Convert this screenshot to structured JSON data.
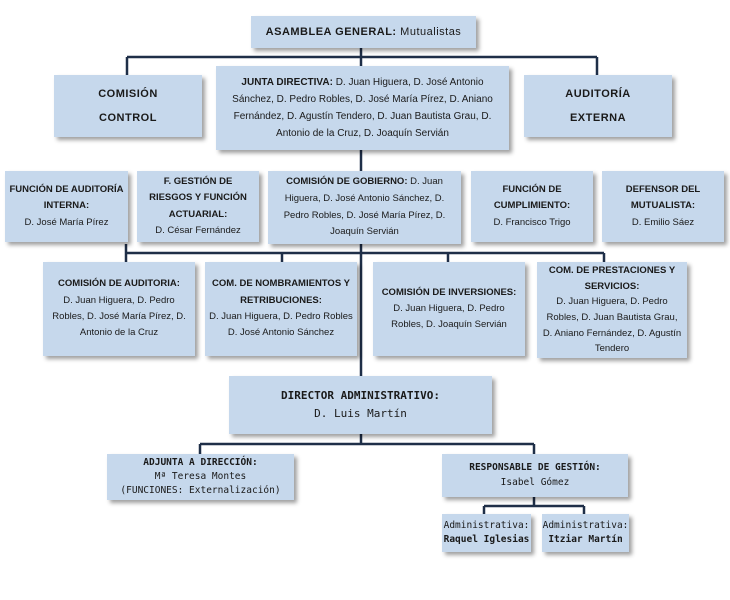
{
  "asamblea": {
    "title": "ASAMBLEA GENERAL:",
    "sub": "Mutualistas"
  },
  "comision_control": {
    "line1": "COMISIÓN",
    "line2": "CONTROL"
  },
  "junta": {
    "title": "JUNTA DIRECTIVA:",
    "members": "D. Juan Higuera, D. José Antonio Sánchez, D. Pedro Robles, D. José María Pírez, D. Aniano Fernández, D. Agustín Tendero, D. Juan Bautista Grau, D. Antonio de la Cruz, D. Joaquín Servián"
  },
  "auditoria_externa": {
    "line1": "AUDITORÍA",
    "line2": "EXTERNA"
  },
  "funcion_auditoria": {
    "title": "FUNCIÓN DE AUDITORÍA INTERNA:",
    "person": "D. José María Pírez"
  },
  "gestion_riesgos": {
    "title": "F. GESTIÓN DE RIESGOS Y FUNCIÓN ACTUARIAL:",
    "person": "D. César Fernández"
  },
  "comision_gobierno": {
    "title": "COMISIÓN DE GOBIERNO:",
    "members": "D. Juan Higuera, D. José Antonio Sánchez, D. Pedro Robles, D. José María Pírez, D. Joaquín Servián"
  },
  "funcion_cumplimiento": {
    "title": "FUNCIÓN DE CUMPLIMIENTO:",
    "person": "D. Francisco Trigo"
  },
  "defensor": {
    "title": "DEFENSOR DEL MUTUALISTA:",
    "person": "D. Emilio Sáez"
  },
  "comision_auditoria": {
    "title": "COMISIÓN DE AUDITORIA:",
    "members": "D. Juan Higuera, D. Pedro Robles, D. José María Pírez, D. Antonio de la Cruz"
  },
  "com_nombramientos": {
    "title": "COM. DE NOMBRAMIENTOS Y RETRIBUCIONES:",
    "members": "D. Juan Higuera, D. Pedro Robles D. José Antonio Sánchez"
  },
  "comision_inversiones": {
    "title": "COMISIÓN DE INVERSIONES:",
    "members": "D. Juan Higuera, D. Pedro Robles, D. Joaquín Servián"
  },
  "com_prestaciones": {
    "title": "COM. DE PRESTACIONES Y SERVICIOS:",
    "members": "D. Juan Higuera, D. Pedro Robles, D. Juan Bautista Grau, D. Aniano Fernández, D. Agustín Tendero"
  },
  "director": {
    "title": "DIRECTOR ADMINISTRATIVO:",
    "person": "D. Luis Martín"
  },
  "adjunta": {
    "title": "ADJUNTA A DIRECCIÓN:",
    "person": "Mª Teresa Montes",
    "note": "(FUNCIONES: Externalización)"
  },
  "responsable": {
    "title": "RESPONSABLE DE GESTIÓN:",
    "person": "Isabel Gómez"
  },
  "administrativa1": {
    "title": "Administrativa:",
    "person": "Raquel Iglesias"
  },
  "administrativa2": {
    "title": "Administrativa:",
    "person": "Itziar Martín"
  },
  "colors": {
    "box_fill": "#c6d8ec",
    "connector": "#1f2f48"
  }
}
